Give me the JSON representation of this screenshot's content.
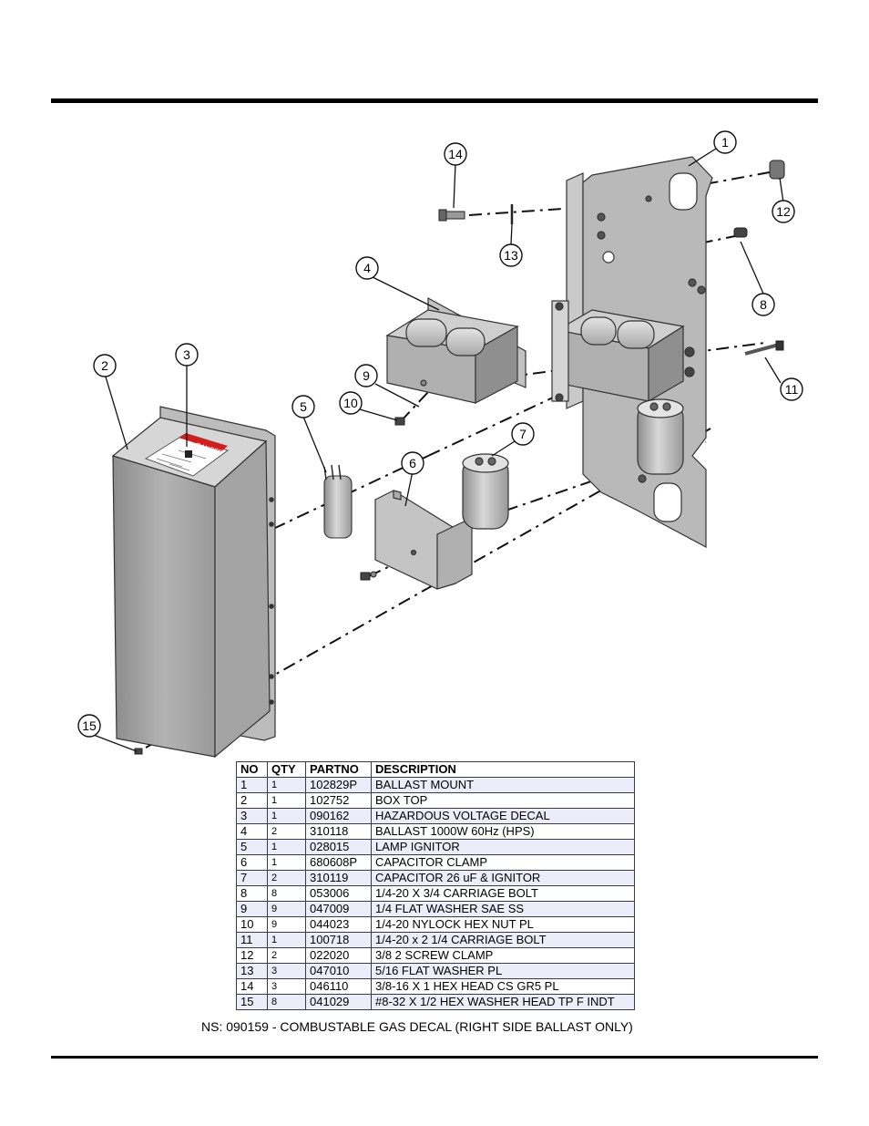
{
  "diagram": {
    "callouts": [
      "1",
      "2",
      "3",
      "4",
      "5",
      "6",
      "7",
      "8",
      "9",
      "10",
      "11",
      "12",
      "13",
      "14",
      "15"
    ],
    "decal_label": "DANGER"
  },
  "parts_table": {
    "headers": [
      "NO",
      "QTY",
      "PARTNO",
      "DESCRIPTION"
    ],
    "rows": [
      [
        "1",
        "1",
        "102829P",
        "BALLAST MOUNT"
      ],
      [
        "2",
        "1",
        "102752",
        "BOX TOP"
      ],
      [
        "3",
        "1",
        "090162",
        "HAZARDOUS VOLTAGE DECAL"
      ],
      [
        "4",
        "2",
        "310118",
        "BALLAST 1000W 60Hz  (HPS)"
      ],
      [
        "5",
        "1",
        "028015",
        "LAMP IGNITOR"
      ],
      [
        "6",
        "1",
        "680608P",
        "CAPACITOR CLAMP"
      ],
      [
        "7",
        "2",
        "310119",
        "CAPACITOR 26 uF & IGNITOR"
      ],
      [
        "8",
        "8",
        "053006",
        "1/4-20 X 3/4 CARRIAGE BOLT"
      ],
      [
        "9",
        "9",
        "047009",
        "1/4 FLAT WASHER SAE SS"
      ],
      [
        "10",
        "9",
        "044023",
        "1/4-20 NYLOCK HEX NUT PL"
      ],
      [
        "11",
        "1",
        "100718",
        "1/4-20 x 2 1/4 CARRIAGE BOLT"
      ],
      [
        "12",
        "2",
        "022020",
        "3/8 2 SCREW CLAMP"
      ],
      [
        "13",
        "3",
        "047010",
        "5/16 FLAT WASHER PL"
      ],
      [
        "14",
        "3",
        "046110",
        "3/8-16 X 1 HEX HEAD CS GR5 PL"
      ],
      [
        "15",
        "8",
        "041029",
        "#8-32 X 1/2 HEX WASHER HEAD TP F INDT"
      ]
    ]
  },
  "note": "NS: 090159 - COMBUSTABLE GAS DECAL (RIGHT SIDE BALLAST ONLY)"
}
